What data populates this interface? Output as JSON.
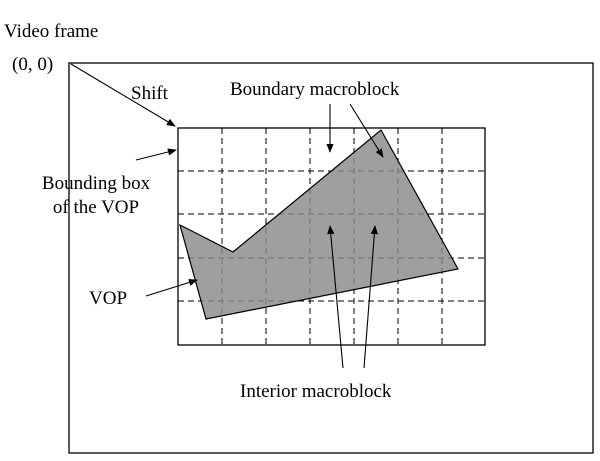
{
  "labels": {
    "video_frame": "Video frame",
    "origin": "(0, 0)",
    "shift": "Shift",
    "boundary_macroblock": "Boundary macroblock",
    "bounding_box_line1": "Bounding box",
    "bounding_box_line2": "of the VOP",
    "vop": "VOP",
    "interior_macroblock": "Interior macroblock"
  },
  "colors": {
    "vop_fill": "#8a8a8a",
    "stroke": "#000000",
    "background": "#ffffff"
  }
}
